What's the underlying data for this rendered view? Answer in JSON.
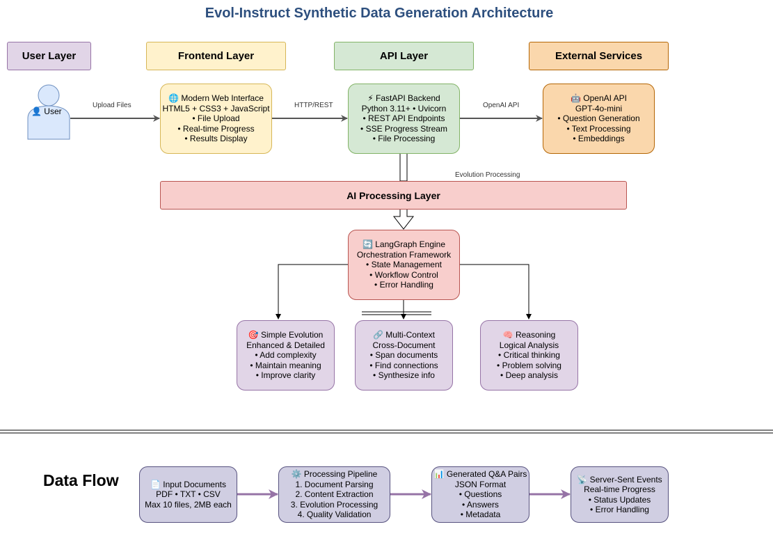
{
  "title": "Evol-Instruct Synthetic Data Generation Architecture",
  "layers": {
    "user": "User Layer",
    "frontend": "Frontend Layer",
    "api": "API Layer",
    "external": "External Services",
    "ai": "AI Processing Layer"
  },
  "user": {
    "label": "👤 User"
  },
  "edge_labels": {
    "upload": "Upload Files",
    "http": "HTTP/REST",
    "openai": "OpenAI API",
    "evolution": "Evolution Processing"
  },
  "nodes": {
    "frontend": [
      "🌐 Modern Web Interface",
      "HTML5 + CSS3 + JavaScript",
      "• File Upload",
      "• Real-time Progress",
      "• Results Display"
    ],
    "api": [
      "⚡ FastAPI Backend",
      "Python 3.11+ • Uvicorn",
      "• REST API Endpoints",
      "• SSE Progress Stream",
      "• File Processing"
    ],
    "openai": [
      "🤖 OpenAI API",
      "GPT-4o-mini",
      "• Question Generation",
      "• Text Processing",
      "• Embeddings"
    ],
    "langgraph": [
      "🔄 LangGraph Engine",
      "Orchestration Framework",
      "• State Management",
      "• Workflow Control",
      "• Error Handling"
    ],
    "simple": [
      "🎯 Simple Evolution",
      "Enhanced & Detailed",
      "• Add complexity",
      "• Maintain meaning",
      "• Improve clarity"
    ],
    "multi": [
      "🔗 Multi-Context",
      "Cross-Document",
      "• Span documents",
      "• Find connections",
      "• Synthesize info"
    ],
    "reasoning": [
      "🧠 Reasoning",
      "Logical Analysis",
      "• Critical thinking",
      "• Problem solving",
      "• Deep analysis"
    ]
  },
  "data_flow": {
    "heading": "Data Flow",
    "input": [
      "📄 Input Documents",
      "PDF • TXT • CSV",
      "Max 10 files, 2MB each"
    ],
    "pipeline": [
      "⚙️ Processing Pipeline",
      "1. Document Parsing",
      "2. Content Extraction",
      "3. Evolution Processing",
      "4. Quality Validation"
    ],
    "qa": [
      "📊 Generated Q&A Pairs",
      "JSON Format",
      "• Questions",
      "• Answers",
      "• Metadata"
    ],
    "sse": [
      "📡 Server-Sent Events",
      "Real-time Progress",
      "• Status Updates",
      "• Error Handling"
    ]
  },
  "colors": {
    "title": "#2d4f7e",
    "arrow": "#555555",
    "flow_arrow": "#9673a6"
  }
}
